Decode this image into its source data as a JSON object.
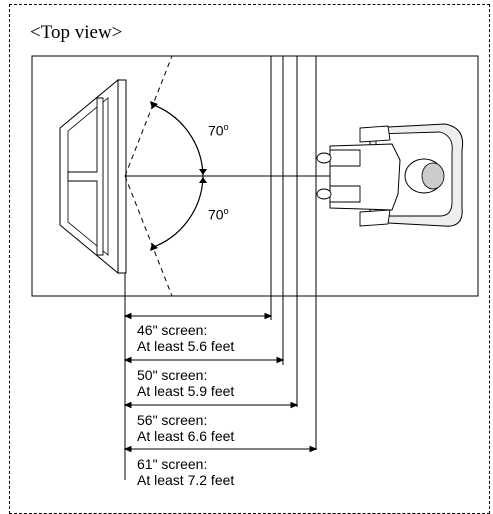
{
  "title": "<Top view>",
  "angles": [
    {
      "value": "70",
      "unit": "o"
    },
    {
      "value": "70",
      "unit": "o"
    }
  ],
  "distances": [
    {
      "screen": "46\" screen:",
      "distance": "At least 5.6 feet"
    },
    {
      "screen": "50\" screen:",
      "distance": "At least 5.9 feet"
    },
    {
      "screen": "56\" screen:",
      "distance": "At least 6.6 feet"
    },
    {
      "screen": "61\" screen:",
      "distance": "At least 7.2 feet"
    }
  ]
}
